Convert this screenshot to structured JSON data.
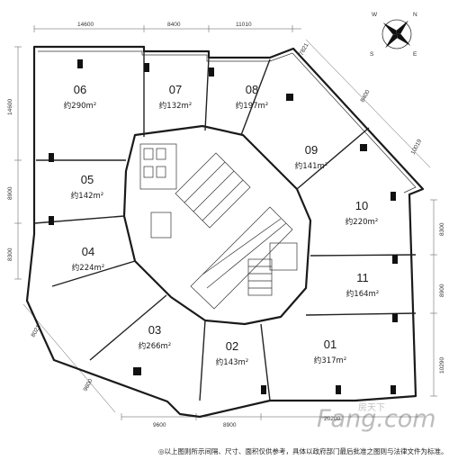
{
  "units": [
    {
      "num": "06",
      "area": "约290m²"
    },
    {
      "num": "07",
      "area": "约132m²"
    },
    {
      "num": "08",
      "area": "约197m²"
    },
    {
      "num": "09",
      "area": "约141m²"
    },
    {
      "num": "10",
      "area": "约220m²"
    },
    {
      "num": "11",
      "area": "约164m²"
    },
    {
      "num": "01",
      "area": "约317m²"
    },
    {
      "num": "02",
      "area": "约143m²"
    },
    {
      "num": "03",
      "area": "约266m²"
    },
    {
      "num": "04",
      "area": "约224m²"
    },
    {
      "num": "05",
      "area": "约142m²"
    }
  ],
  "dimensions": {
    "top": [
      "14600",
      "8400",
      "11010"
    ],
    "left": [
      "14600",
      "8900",
      "8300"
    ],
    "right": [
      "8300",
      "8900",
      "10290"
    ],
    "bottom": [
      "9600",
      "8900",
      "20200"
    ],
    "diag_top": [
      "7821",
      "8400",
      "10019"
    ],
    "diag_bottom": [
      "8021",
      "9600"
    ]
  },
  "compass": {
    "n": "N",
    "s": "S",
    "e": "E",
    "w": "W"
  },
  "footnote": "◎以上图则所示间隔、尺寸、面积仅供参考，具体以政府部门最后批准之图则与法律文件为标准。",
  "watermark": {
    "brand": "Fang.com",
    "cn": "房天下"
  }
}
